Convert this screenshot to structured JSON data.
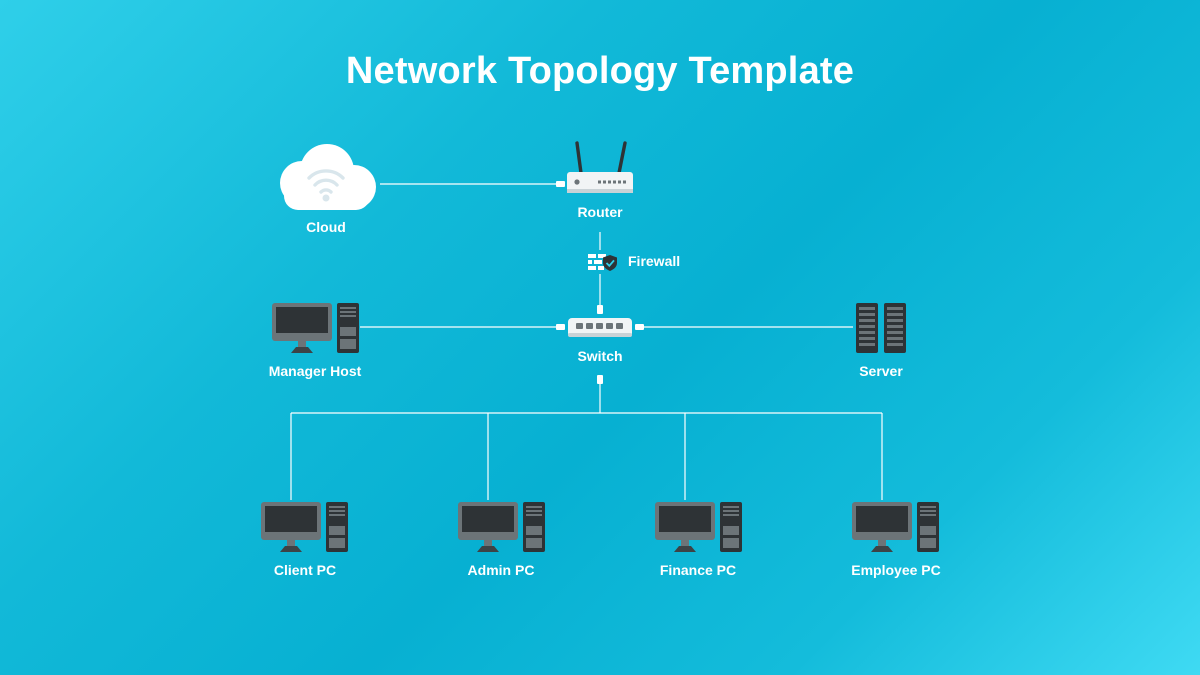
{
  "title": "Network Topology Template",
  "colors": {
    "background_start": "#2fcfe9",
    "background_mid": "#07b0d2",
    "connector": "#ffffff",
    "device_dark": "#2e3336",
    "device_gray": "#6c7478"
  },
  "nodes": {
    "cloud": {
      "label": "Cloud",
      "icon": "cloud-wifi-icon"
    },
    "router": {
      "label": "Router",
      "icon": "router-icon"
    },
    "firewall": {
      "label": "Firewall",
      "icon": "firewall-shield-icon"
    },
    "switch": {
      "label": "Switch",
      "icon": "switch-icon"
    },
    "manager_host": {
      "label": "Manager Host",
      "icon": "desktop-pc-icon"
    },
    "server": {
      "label": "Server",
      "icon": "server-rack-icon"
    },
    "client_pc": {
      "label": "Client PC",
      "icon": "desktop-pc-icon"
    },
    "admin_pc": {
      "label": "Admin PC",
      "icon": "desktop-pc-icon"
    },
    "finance_pc": {
      "label": "Finance PC",
      "icon": "desktop-pc-icon"
    },
    "employee_pc": {
      "label": "Employee PC",
      "icon": "desktop-pc-icon"
    }
  },
  "connections": [
    [
      "cloud",
      "router"
    ],
    [
      "router",
      "switch"
    ],
    [
      "switch",
      "manager_host"
    ],
    [
      "switch",
      "server"
    ],
    [
      "switch",
      "client_pc"
    ],
    [
      "switch",
      "admin_pc"
    ],
    [
      "switch",
      "finance_pc"
    ],
    [
      "switch",
      "employee_pc"
    ]
  ]
}
